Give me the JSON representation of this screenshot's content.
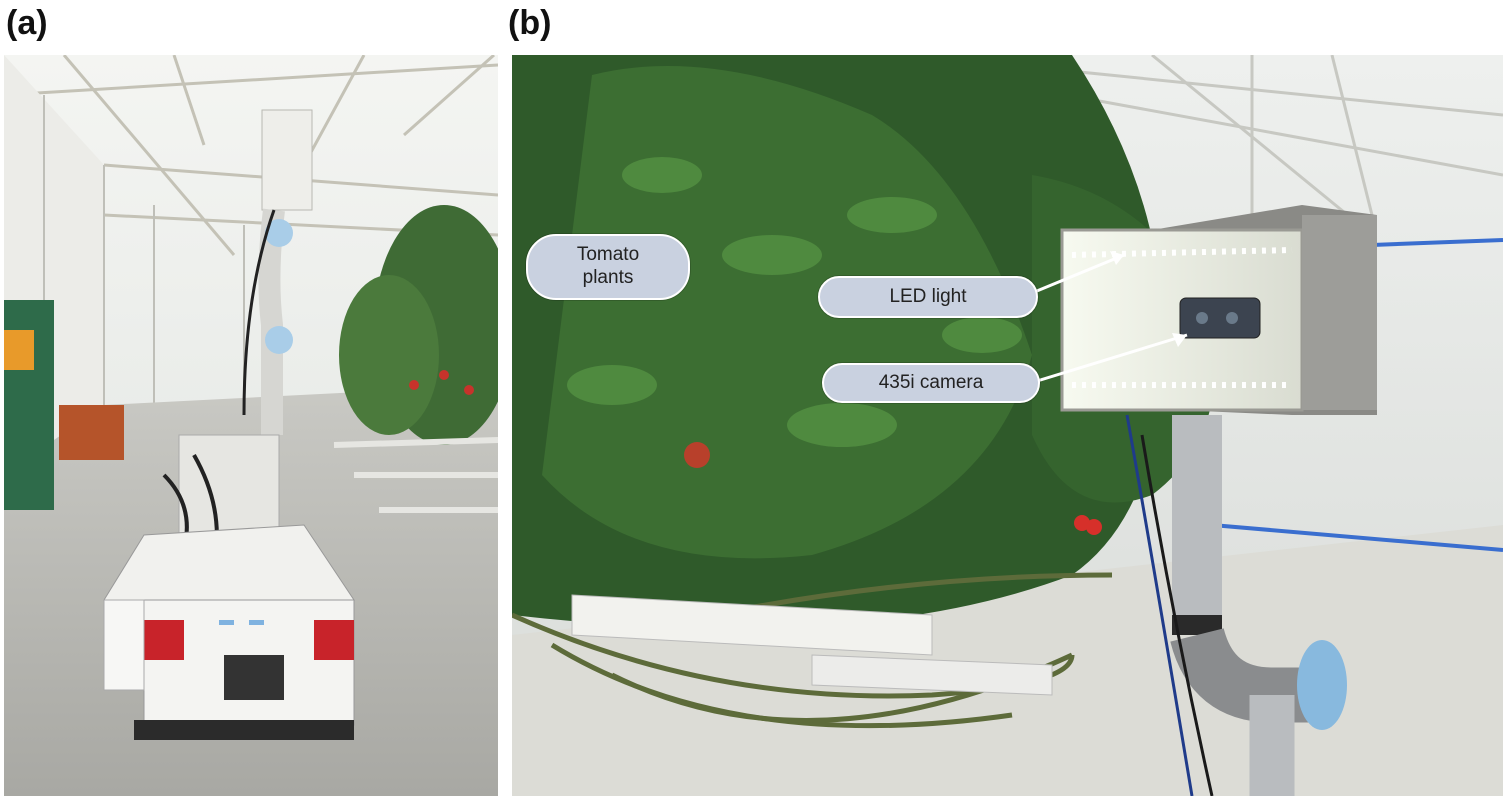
{
  "panels": {
    "a": {
      "label": "(a)"
    },
    "b": {
      "label": "(b)"
    }
  },
  "callouts": {
    "tomato_plants": "Tomato\nplants",
    "led_light": "LED light",
    "camera": "435i camera"
  },
  "colors": {
    "callout_fill": "#c9d1e0",
    "foliage": "#2f5a2a",
    "robot_red": "#c8232a",
    "robot_blue": "#7fb2e0"
  }
}
